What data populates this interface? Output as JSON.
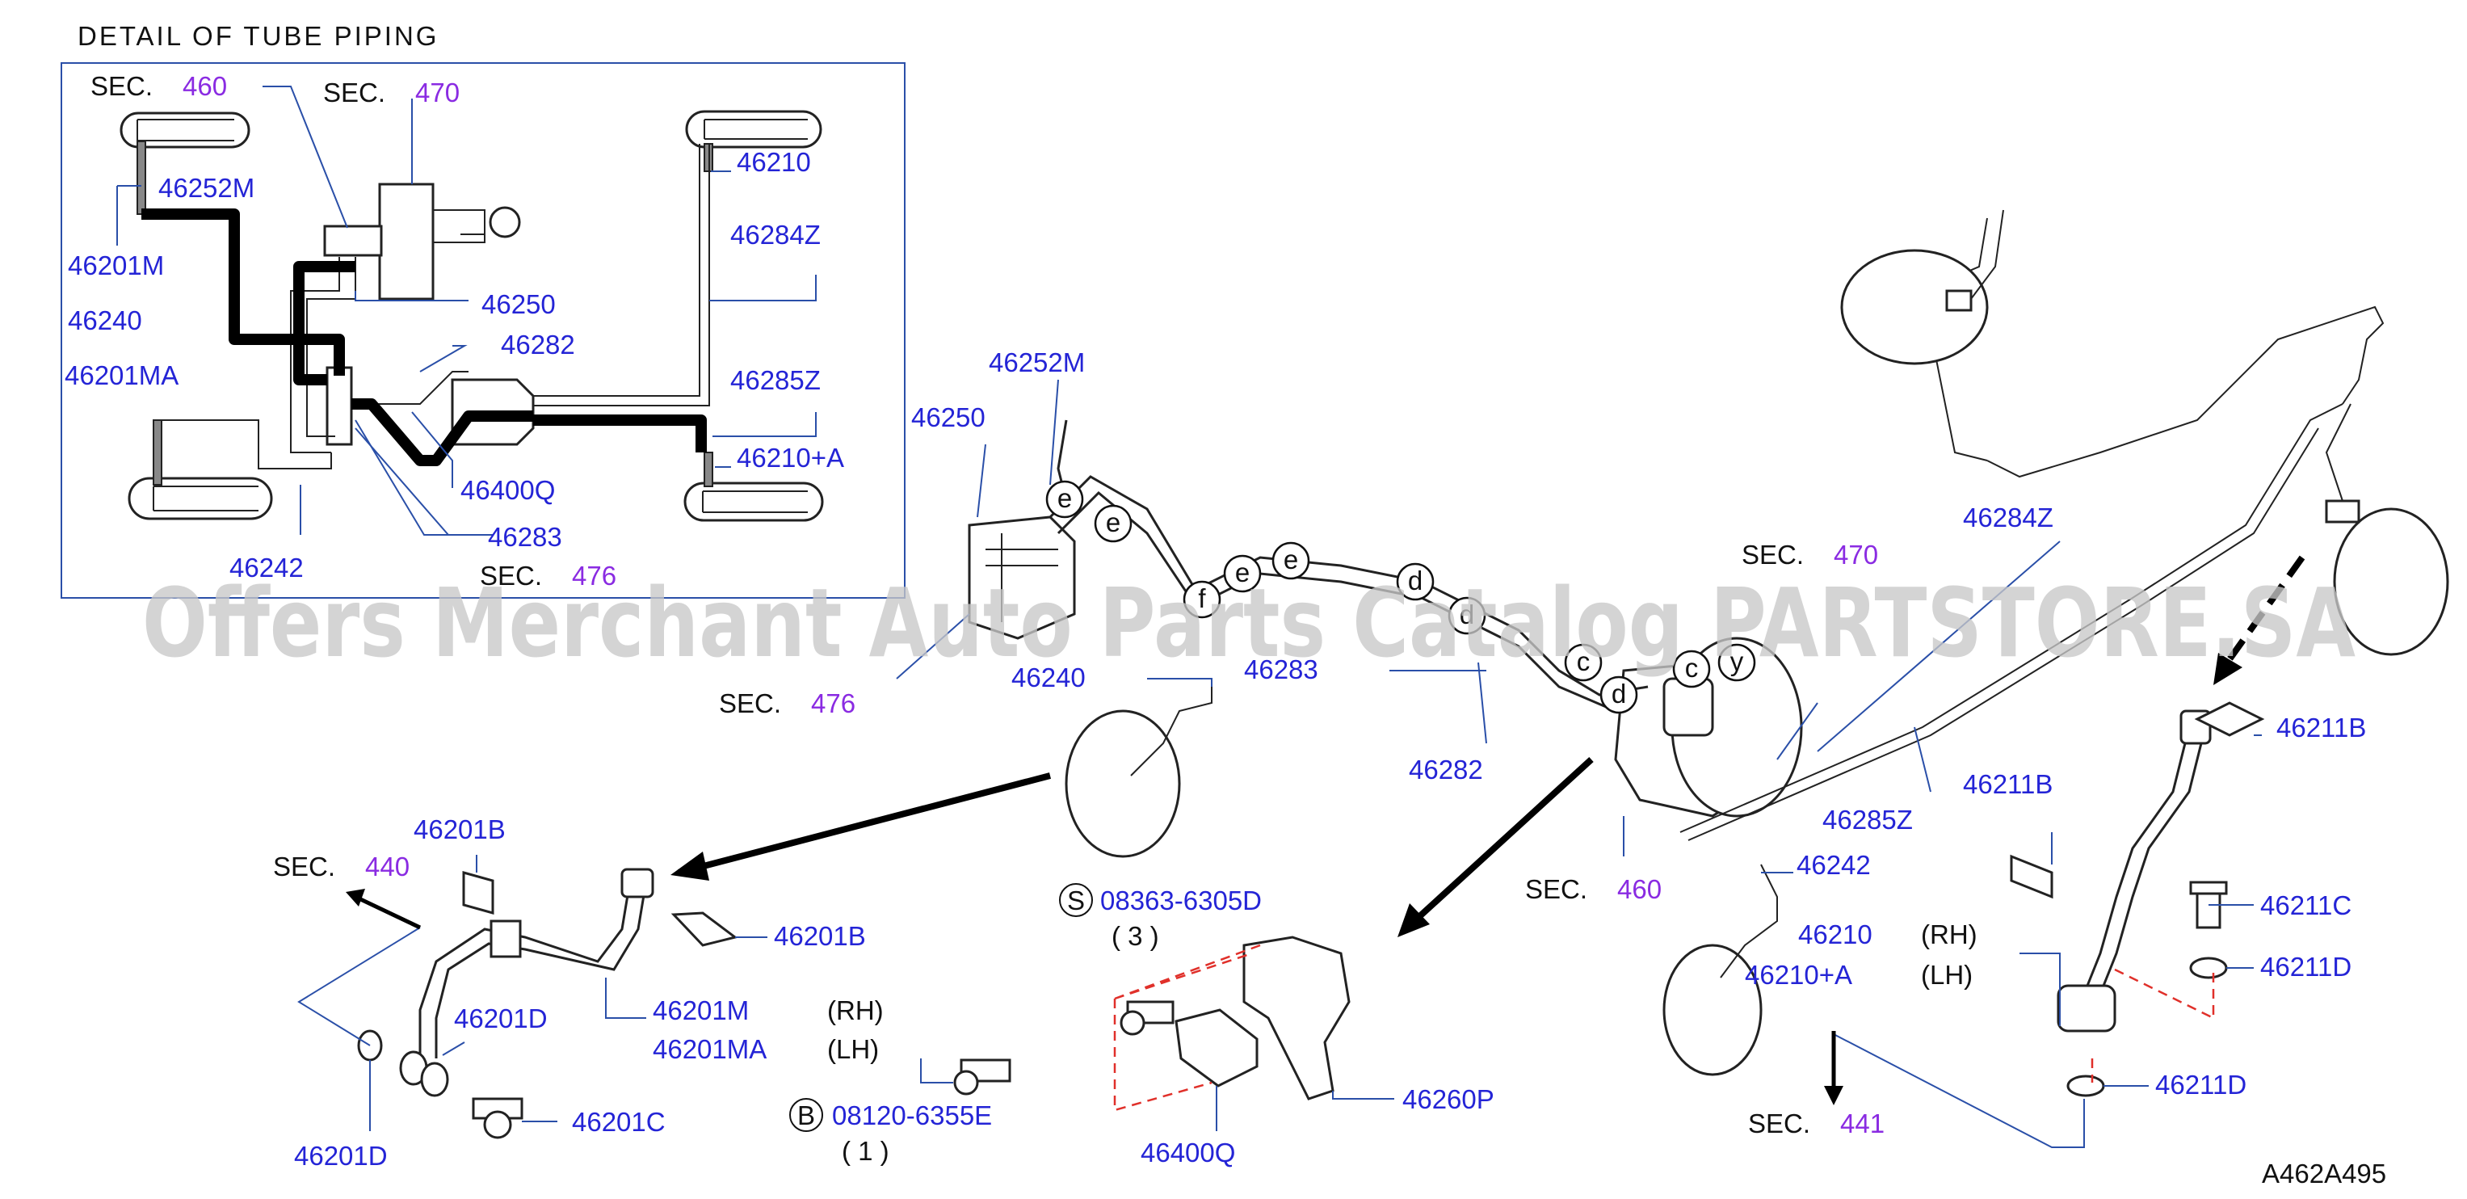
{
  "detail_title": "DETAIL OF TUBE PIPING",
  "watermark": "Offers Merchant Auto Parts Catalog PARTSTORE.SA",
  "diagram_code": "A462A495",
  "sec_prefix": "SEC.",
  "sec": {
    "d460": "460",
    "d470": "470",
    "d476": "476",
    "m476": "476",
    "m470": "470",
    "m460": "460",
    "l440": "440",
    "r441": "441"
  },
  "detail_labels": {
    "p46252M": "46252M",
    "p46201M": "46201M",
    "p46240": "46240",
    "p46201MA": "46201MA",
    "p46242": "46242",
    "p46250": "46250",
    "p46282": "46282",
    "p46400Q": "46400Q",
    "p46283": "46283",
    "p46210": "46210",
    "p46284Z": "46284Z",
    "p46285Z": "46285Z",
    "p46210A": "46210+A"
  },
  "main_labels": {
    "p46252M": "46252M",
    "p46250": "46250",
    "p46240": "46240",
    "p46283": "46283",
    "p46282": "46282",
    "p46284Z": "46284Z",
    "p46285Z": "46285Z",
    "p46242": "46242",
    "p46210": "46210",
    "p46210A": "46210+A",
    "p46211B_a": "46211B",
    "p46211B_b": "46211B",
    "p46211C": "46211C",
    "p46211D_a": "46211D",
    "p46211D_b": "46211D",
    "rh": "(RH)",
    "lh": "(LH)"
  },
  "hose_labels": {
    "p46201B_a": "46201B",
    "p46201B_b": "46201B",
    "p46201D_a": "46201D",
    "p46201D_b": "46201D",
    "p46201C": "46201C",
    "p46201M": "46201M",
    "p46201MA": "46201MA",
    "rh": "(RH)",
    "lh": "(LH)"
  },
  "actuator_labels": {
    "s_mark": "S",
    "s_part": "08363-6305D",
    "s_qty": "( 3 )",
    "b_mark": "B",
    "b_part": "08120-6355E",
    "b_qty": "( 1 )",
    "p46400Q": "46400Q",
    "p46260P": "46260P"
  },
  "pipe_markers": [
    "e",
    "e",
    "f",
    "e",
    "e",
    "d",
    "d",
    "c",
    "d",
    "c",
    "y"
  ]
}
